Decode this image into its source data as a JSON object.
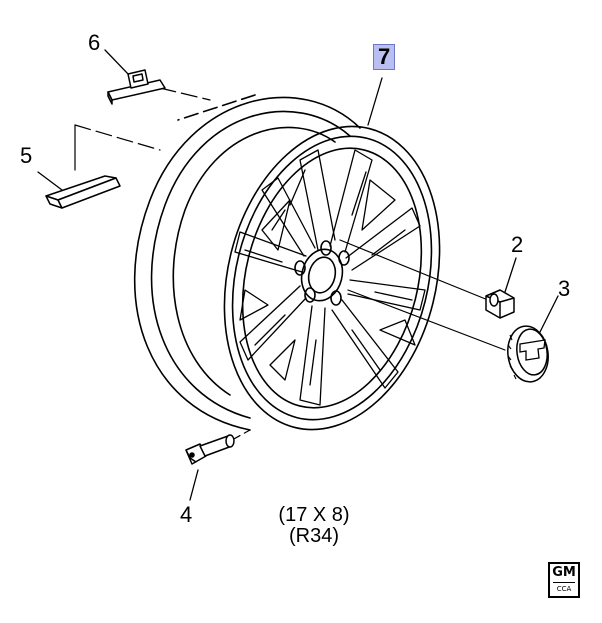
{
  "callouts": {
    "c1": "2",
    "c2": "3",
    "c3": "4",
    "c4": "5",
    "c5": "6",
    "c6": "7"
  },
  "spec": {
    "size": "(17 X 8)",
    "code": "(R34)"
  },
  "logo": {
    "brand": "GM",
    "sub": "CCA"
  },
  "colors": {
    "highlight": "#b9bff0",
    "line": "#000000"
  }
}
